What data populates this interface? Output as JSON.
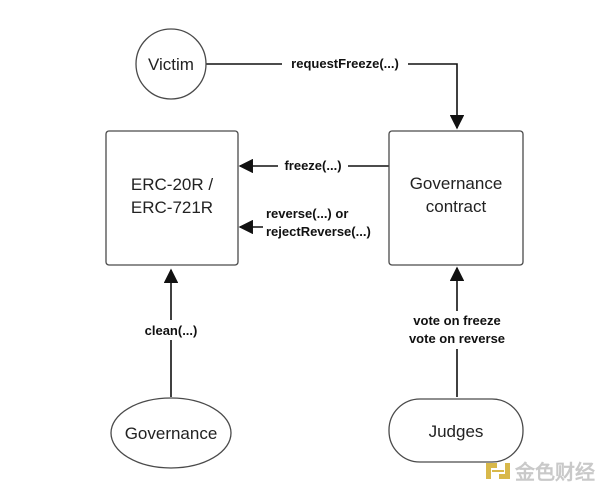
{
  "nodes": {
    "victim": "Victim",
    "erc_line1": "ERC-20R /",
    "erc_line2": "ERC-721R",
    "governance_contract_line1": "Governance",
    "governance_contract_line2": "contract",
    "governance": "Governance",
    "judges": "Judges"
  },
  "edges": {
    "request_freeze": "requestFreeze(...)",
    "freeze": "freeze(...)",
    "reverse_line1": "reverse(...) or",
    "reverse_line2": "rejectReverse(...)",
    "clean": "clean(...)",
    "vote_freeze": "vote on freeze",
    "vote_reverse": "vote on reverse"
  },
  "watermark": {
    "text": "金色财经",
    "icon": "jinse-logo-icon"
  },
  "colors": {
    "stroke": "#4a4a4a",
    "arrow": "#111111",
    "watermark": "#d8b84a"
  }
}
